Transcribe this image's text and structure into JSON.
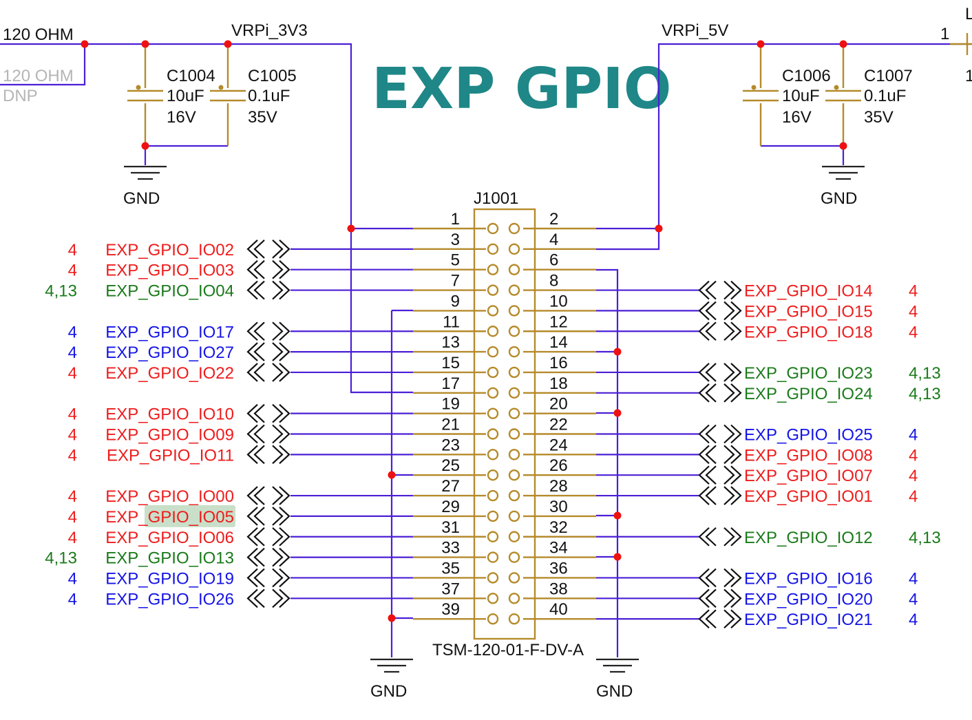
{
  "title": "EXP GPIO",
  "connector": {
    "ref": "J1001",
    "part": "TSM-120-01-F-DV-A",
    "odd_pins": [
      "1",
      "3",
      "5",
      "7",
      "9",
      "11",
      "13",
      "15",
      "17",
      "19",
      "21",
      "23",
      "25",
      "27",
      "29",
      "31",
      "33",
      "35",
      "37",
      "39"
    ],
    "even_pins": [
      "2",
      "4",
      "6",
      "8",
      "10",
      "12",
      "14",
      "16",
      "18",
      "20",
      "22",
      "24",
      "26",
      "28",
      "30",
      "32",
      "34",
      "36",
      "38",
      "40"
    ]
  },
  "rails": {
    "left": "VRPi_3V3",
    "right": "VRPi_5V",
    "left_res": "120 OHM",
    "left_res_alt": "120 OHM",
    "left_res_dnp": "DNP",
    "right_l": "L",
    "right_1a": "1",
    "right_1b": "1"
  },
  "caps": [
    {
      "ref": "C1004",
      "value": "10uF",
      "voltage": "16V"
    },
    {
      "ref": "C1005",
      "value": "0.1uF",
      "voltage": "35V"
    },
    {
      "ref": "C1006",
      "value": "10uF",
      "voltage": "16V"
    },
    {
      "ref": "C1007",
      "value": "0.1uF",
      "voltage": "35V"
    }
  ],
  "gnd_label": "GND",
  "left_signals": [
    {
      "name": "EXP_GPIO_IO02",
      "ref": "4",
      "color": "red"
    },
    {
      "name": "EXP_GPIO_IO03",
      "ref": "4",
      "color": "red"
    },
    {
      "name": "EXP_GPIO_IO04",
      "ref": "4,13",
      "color": "green"
    },
    {
      "name": "EXP_GPIO_IO17",
      "ref": "4",
      "color": "blue"
    },
    {
      "name": "EXP_GPIO_IO27",
      "ref": "4",
      "color": "blue"
    },
    {
      "name": "EXP_GPIO_IO22",
      "ref": "4",
      "color": "red"
    },
    {
      "name": "EXP_GPIO_IO10",
      "ref": "4",
      "color": "red"
    },
    {
      "name": "EXP_GPIO_IO09",
      "ref": "4",
      "color": "red"
    },
    {
      "name": "EXP_GPIO_IO11",
      "ref": "4",
      "color": "red"
    },
    {
      "name": "EXP_GPIO_IO00",
      "ref": "4",
      "color": "red"
    },
    {
      "name": "EXP_GPIO_IO05",
      "ref": "4",
      "color": "red"
    },
    {
      "name": "EXP_GPIO_IO06",
      "ref": "4",
      "color": "red"
    },
    {
      "name": "EXP_GPIO_IO13",
      "ref": "4,13",
      "color": "green"
    },
    {
      "name": "EXP_GPIO_IO19",
      "ref": "4",
      "color": "blue"
    },
    {
      "name": "EXP_GPIO_IO26",
      "ref": "4",
      "color": "blue"
    }
  ],
  "right_signals": [
    {
      "name": "EXP_GPIO_IO14",
      "ref": "4",
      "color": "red"
    },
    {
      "name": "EXP_GPIO_IO15",
      "ref": "4",
      "color": "red"
    },
    {
      "name": "EXP_GPIO_IO18",
      "ref": "4",
      "color": "red"
    },
    {
      "name": "EXP_GPIO_IO23",
      "ref": "4,13",
      "color": "green"
    },
    {
      "name": "EXP_GPIO_IO24",
      "ref": "4,13",
      "color": "green"
    },
    {
      "name": "EXP_GPIO_IO25",
      "ref": "4",
      "color": "blue"
    },
    {
      "name": "EXP_GPIO_IO08",
      "ref": "4",
      "color": "red"
    },
    {
      "name": "EXP_GPIO_IO07",
      "ref": "4",
      "color": "red"
    },
    {
      "name": "EXP_GPIO_IO01",
      "ref": "4",
      "color": "red"
    },
    {
      "name": "EXP_GPIO_IO12",
      "ref": "4,13",
      "color": "green"
    },
    {
      "name": "EXP_GPIO_IO16",
      "ref": "4",
      "color": "blue"
    },
    {
      "name": "EXP_GPIO_IO20",
      "ref": "4",
      "color": "blue"
    },
    {
      "name": "EXP_GPIO_IO21",
      "ref": "4",
      "color": "blue"
    }
  ]
}
